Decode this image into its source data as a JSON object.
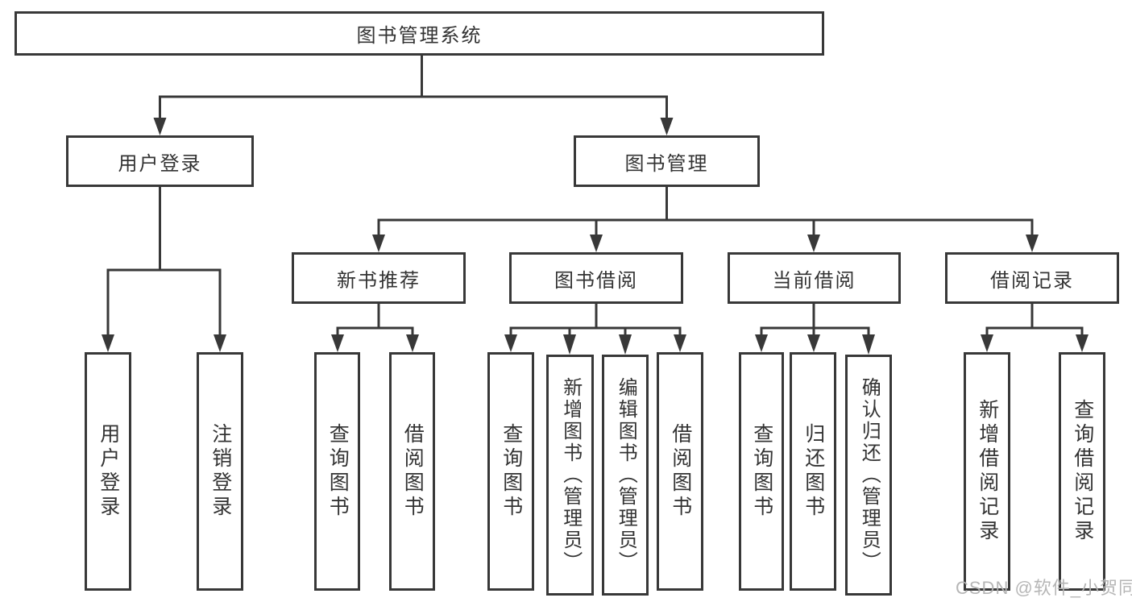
{
  "diagram_type": "hierarchy-tree",
  "tree": {
    "root": {
      "label": "图书管理系统"
    },
    "children": [
      {
        "label": "用户登录",
        "children": [
          {
            "label": "用户登录"
          },
          {
            "label": "注销登录"
          }
        ]
      },
      {
        "label": "图书管理",
        "children": [
          {
            "label": "新书推荐",
            "children": [
              {
                "label": "查询图书"
              },
              {
                "label": "借阅图书"
              }
            ]
          },
          {
            "label": "图书借阅",
            "children": [
              {
                "label": "查询图书"
              },
              {
                "label": "新增图书（管理员）"
              },
              {
                "label": "编辑图书（管理员）"
              },
              {
                "label": "借阅图书"
              }
            ]
          },
          {
            "label": "当前借阅",
            "children": [
              {
                "label": "查询图书"
              },
              {
                "label": "归还图书"
              },
              {
                "label": "确认归还（管理员）"
              }
            ]
          },
          {
            "label": "借阅记录",
            "children": [
              {
                "label": "新增借阅记录"
              },
              {
                "label": "查询借阅记录"
              }
            ]
          }
        ]
      }
    ]
  },
  "watermark": "CSDN @软件_小贺同学",
  "colors": {
    "line": "#383838",
    "text": "#333333",
    "background": "#ffffff",
    "watermark": "#b2b2b2"
  }
}
